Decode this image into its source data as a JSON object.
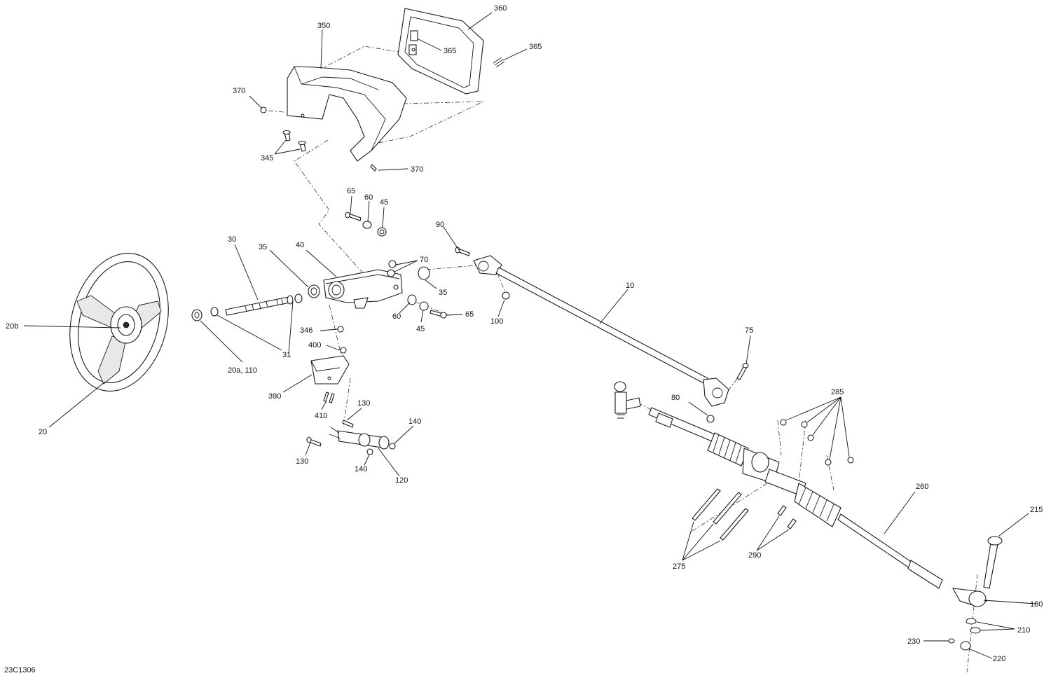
{
  "drawing_id": "23C1306",
  "callouts": [
    {
      "id": "c360",
      "label": "360"
    },
    {
      "id": "c350",
      "label": "350"
    },
    {
      "id": "c365a",
      "label": "365"
    },
    {
      "id": "c365b",
      "label": "365"
    },
    {
      "id": "c370a",
      "label": "370"
    },
    {
      "id": "c345",
      "label": "345"
    },
    {
      "id": "c370b",
      "label": "370"
    },
    {
      "id": "c65a",
      "label": "65"
    },
    {
      "id": "c60a",
      "label": "60"
    },
    {
      "id": "c45a",
      "label": "45"
    },
    {
      "id": "c90",
      "label": "90"
    },
    {
      "id": "c30",
      "label": "30"
    },
    {
      "id": "c35a",
      "label": "35"
    },
    {
      "id": "c40",
      "label": "40"
    },
    {
      "id": "c70",
      "label": "70"
    },
    {
      "id": "c35b",
      "label": "35"
    },
    {
      "id": "c10",
      "label": "10"
    },
    {
      "id": "c20b",
      "label": "20b"
    },
    {
      "id": "c60b",
      "label": "60"
    },
    {
      "id": "c45b",
      "label": "45"
    },
    {
      "id": "c65b",
      "label": "65"
    },
    {
      "id": "c100",
      "label": "100"
    },
    {
      "id": "c346",
      "label": "346"
    },
    {
      "id": "c31",
      "label": "31"
    },
    {
      "id": "c400",
      "label": "400"
    },
    {
      "id": "c20a110",
      "label": "20a, 110"
    },
    {
      "id": "c75",
      "label": "75"
    },
    {
      "id": "c390",
      "label": "390"
    },
    {
      "id": "c285",
      "label": "285"
    },
    {
      "id": "c80",
      "label": "80"
    },
    {
      "id": "c130a",
      "label": "130"
    },
    {
      "id": "c410",
      "label": "410"
    },
    {
      "id": "c140a",
      "label": "140"
    },
    {
      "id": "c20",
      "label": "20"
    },
    {
      "id": "c130b",
      "label": "130"
    },
    {
      "id": "c140b",
      "label": "140"
    },
    {
      "id": "c120",
      "label": "120"
    },
    {
      "id": "c260",
      "label": "260"
    },
    {
      "id": "c215",
      "label": "215"
    },
    {
      "id": "c275",
      "label": "275"
    },
    {
      "id": "c290",
      "label": "290"
    },
    {
      "id": "c180",
      "label": "180"
    },
    {
      "id": "c210",
      "label": "210"
    },
    {
      "id": "c230",
      "label": "230"
    },
    {
      "id": "c220",
      "label": "220"
    }
  ]
}
